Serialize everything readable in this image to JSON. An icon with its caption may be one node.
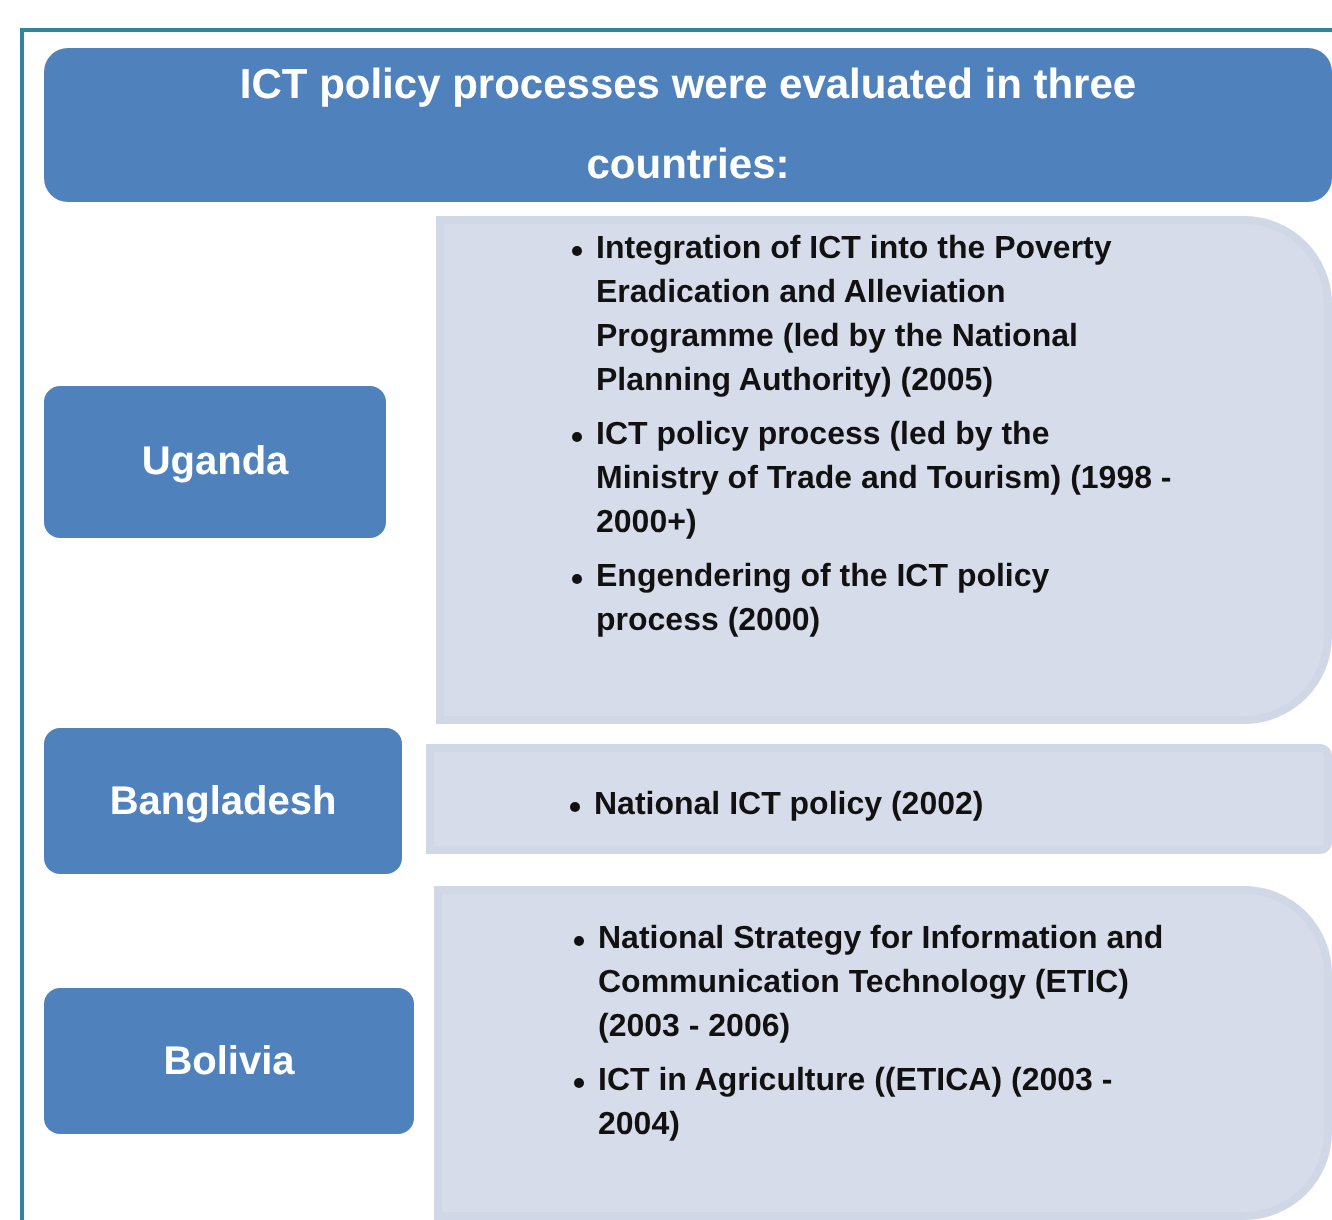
{
  "diagram": {
    "nodes": [
      {
        "text": [
          "ICT policy processes were evaluated in three countries:"
        ]
      },
      {
        "text": [
          "Uganda"
        ]
      },
      {
        "text": [
          "Integration of ICT into the Poverty Eradication and Alleviation Programme (led by the National Planning Authority) (2005)",
          "ICT policy process (led by the Ministry of Trade and Tourism) (1998 - 2000+)",
          "Engendering of the ICT policy process (2000)"
        ]
      },
      {
        "text": [
          "Bangladesh"
        ]
      },
      {
        "text": [
          "National ICT policy (2002)"
        ]
      },
      {
        "text": [
          "Bolivia"
        ]
      },
      {
        "text": [
          "National Strategy for Information and Communication Technology (ETIC) (2003 - 2006)",
          "ICT in Agriculture ((ETICA) (2003 - 2004)"
        ]
      }
    ]
  }
}
